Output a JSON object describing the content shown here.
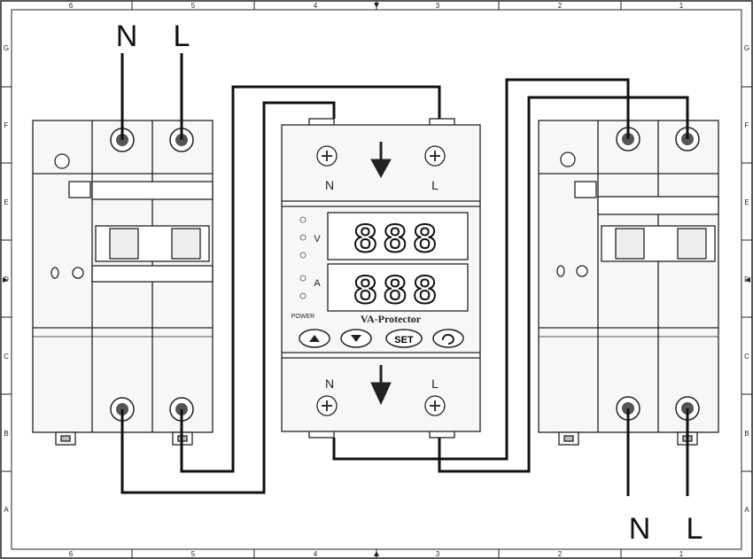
{
  "frame": {
    "columns_top": [
      "6",
      "5",
      "4",
      "3",
      "2",
      "1"
    ],
    "columns_bottom": [
      "6",
      "5",
      "4",
      "3",
      "2",
      "1"
    ],
    "rows_left": [
      "G",
      "F",
      "E",
      "D",
      "C",
      "B",
      "A"
    ],
    "rows_right": [
      "G",
      "F",
      "E",
      "D",
      "C",
      "B",
      "A"
    ]
  },
  "input_labels": {
    "neutral": "N",
    "line": "L"
  },
  "output_labels": {
    "neutral": "N",
    "line": "L"
  },
  "protector": {
    "top_terminal_left": "N",
    "top_terminal_right": "L",
    "bottom_terminal_left": "N",
    "bottom_terminal_right": "L",
    "voltage_display": "888",
    "current_display": "888",
    "voltage_unit": "V",
    "current_unit": "A",
    "power_label": "POWER",
    "brand_label": "VA-Protector",
    "set_button": "SET"
  },
  "colors": {
    "line": "#111111",
    "panel": "#f2f2f2",
    "screw": "#555555"
  }
}
